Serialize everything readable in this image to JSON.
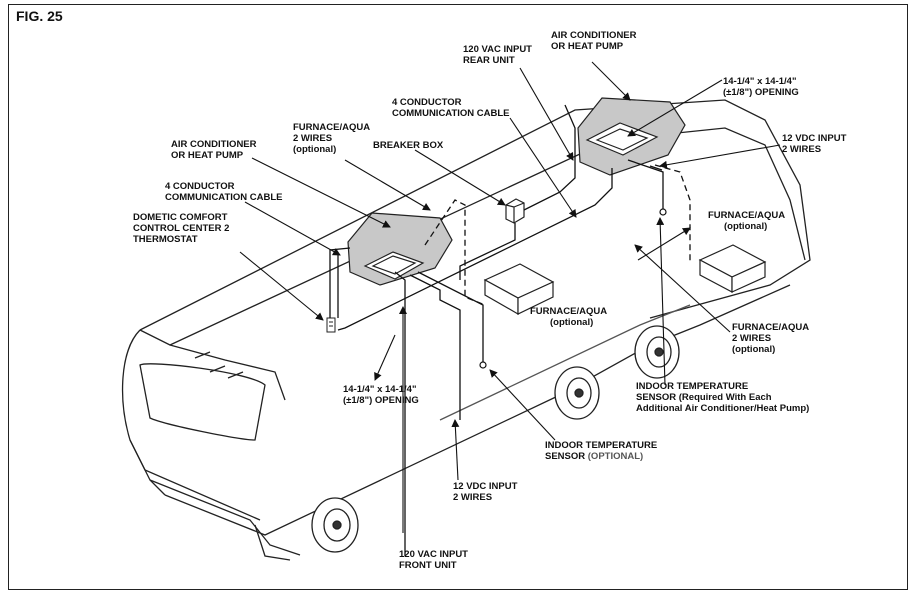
{
  "figure": "FIG. 25",
  "labels": {
    "ac_rear": [
      "AIR CONDITIONER",
      "OR HEAT PUMP"
    ],
    "vac_rear": [
      "120 VAC INPUT",
      "REAR UNIT"
    ],
    "opening_rear": [
      "14-1/4\" x 14-1/4\"",
      "(±1/8\") OPENING"
    ],
    "comm_cable_rear": [
      "4 CONDUCTOR",
      "COMMUNICATION CABLE"
    ],
    "vdc_rear": [
      "12 VDC INPUT",
      "2 WIRES"
    ],
    "furnace_wires_top": [
      "FURNACE/AQUA",
      "2 WIRES",
      "(optional)"
    ],
    "breaker": [
      "BREAKER BOX"
    ],
    "ac_front": [
      "AIR CONDITIONER",
      "OR HEAT PUMP"
    ],
    "comm_cable_front": [
      "4 CONDUCTOR",
      "COMMUNICATION CABLE"
    ],
    "thermostat": [
      "DOMETIC COMFORT",
      "CONTROL CENTER 2",
      "THERMOSTAT"
    ],
    "furnace_rear": [
      "FURNACE/AQUA",
      "(optional)"
    ],
    "furnace_mid": [
      "FURNACE/AQUA",
      "(optional)"
    ],
    "furnace_wires_right": [
      "FURNACE/AQUA",
      "2 WIRES",
      "(optional)"
    ],
    "opening_front": [
      "14-1/4\" x 14-1/4\"",
      "(±1/8\") OPENING"
    ],
    "sensor_req": [
      "INDOOR TEMPERATURE",
      "SENSOR (Required With Each",
      "Additional Air Conditioner/Heat Pump)"
    ],
    "sensor_opt": [
      "INDOOR TEMPERATURE",
      "SENSOR"
    ],
    "sensor_opt_note": "(OPTIONAL)",
    "vdc_front": [
      "12 VDC INPUT",
      "2 WIRES"
    ],
    "vac_front": [
      "120 VAC INPUT",
      "FRONT UNIT"
    ]
  }
}
